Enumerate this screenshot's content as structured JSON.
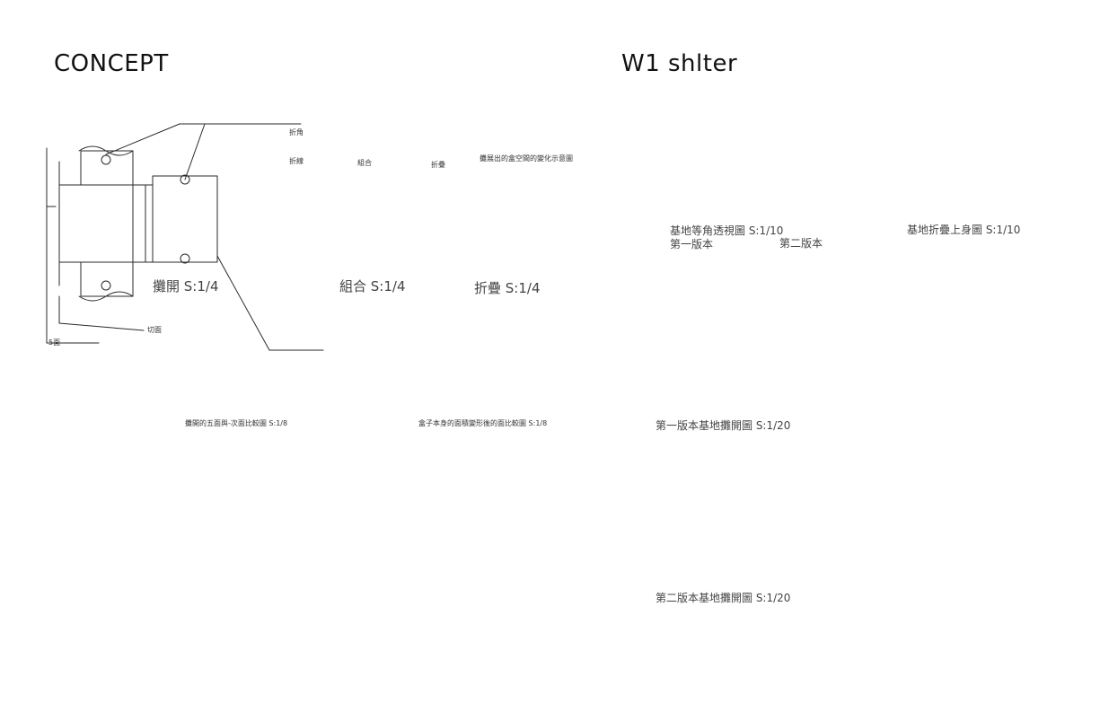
{
  "left_panel": {
    "title": "CONCEPT",
    "labels": {
      "unfold": "攤開 S:1/4",
      "assemble": "組合 S:1/4",
      "fold": "折疊 S:1/4",
      "unfold_variants": "攤開的五面與-次面比較圖 S:1/8",
      "box_spaces": "盒子本身的面積變形後的面比較圖 S:1/8",
      "space_transform": "攤展出的盒空間的變化示意圖",
      "fold_note": "折疊",
      "combine_note": "組合",
      "small_a": "折角",
      "small_b": "折線",
      "small_c": "5面",
      "small_d": "切面"
    }
  },
  "right_panel": {
    "title": "W1 shlter",
    "labels": {
      "iso_view": "基地等角透視圖 S:1/10",
      "first_version": "第一版本",
      "second_version": "第二版本",
      "fold_on_body": "基地折疊上身圖 S:1/10",
      "first_unfold": "第一版本基地攤開圖 S:1/20",
      "second_unfold": "第二版本基地攤開圖 S:1/20"
    }
  }
}
